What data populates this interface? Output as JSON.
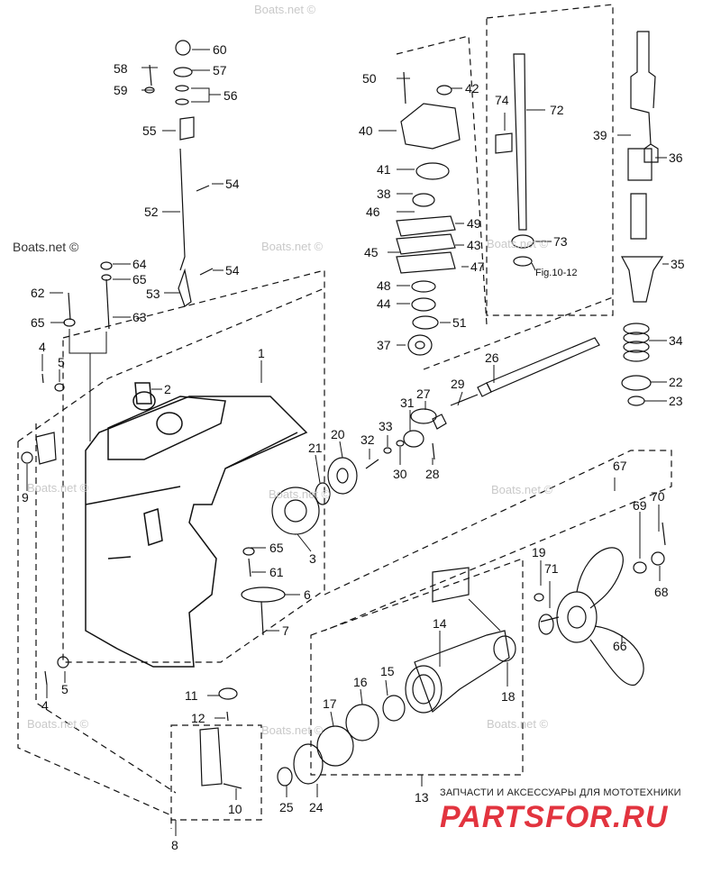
{
  "watermarks": {
    "main": "Boats.net ©",
    "faint": "Boats.net ©"
  },
  "labels": {
    "p1": "1",
    "p2": "2",
    "p3": "3",
    "p4a": "4",
    "p4b": "4",
    "p5a": "5",
    "p5b": "5",
    "p6": "6",
    "p7": "7",
    "p8": "8",
    "p9": "9",
    "p10": "10",
    "p11": "11",
    "p12": "12",
    "p13": "13",
    "p14": "14",
    "p15": "15",
    "p16": "16",
    "p17": "17",
    "p18": "18",
    "p19": "19",
    "p20": "20",
    "p21": "21",
    "p22": "22",
    "p23": "23",
    "p24": "24",
    "p25": "25",
    "p26": "26",
    "p27": "27",
    "p28": "28",
    "p29": "29",
    "p30": "30",
    "p31": "31",
    "p32": "32",
    "p33": "33",
    "p34": "34",
    "p35": "35",
    "p36": "36",
    "p37": "37",
    "p38": "38",
    "p39": "39",
    "p40": "40",
    "p41": "41",
    "p42": "42",
    "p43": "43",
    "p44": "44",
    "p45": "45",
    "p46": "46",
    "p47": "47",
    "p48": "48",
    "p49": "49",
    "p50": "50",
    "p51": "51",
    "p52": "52",
    "p53": "53",
    "p54a": "54",
    "p54b": "54",
    "p55": "55",
    "p56": "56",
    "p57": "57",
    "p58": "58",
    "p59": "59",
    "p60": "60",
    "p61": "61",
    "p62": "62",
    "p63": "63",
    "p64": "64",
    "p65a": "65",
    "p65b": "65",
    "p65c": "65",
    "p66": "66",
    "p67": "67",
    "p68": "68",
    "p69": "69",
    "p70": "70",
    "p71": "71",
    "p72": "72",
    "p73": "73",
    "p74": "74"
  },
  "fig_ref": "Fig.10-12",
  "footer": {
    "tagline": "ЗАПЧАСТИ И АКСЕССУАРЫ ДЛЯ МОТОТЕХНИКИ",
    "logo": "PARTSFOR.RU"
  },
  "colors": {
    "ink": "#111111",
    "watermark": "#c9c9c9",
    "brand": "#e2343f"
  }
}
